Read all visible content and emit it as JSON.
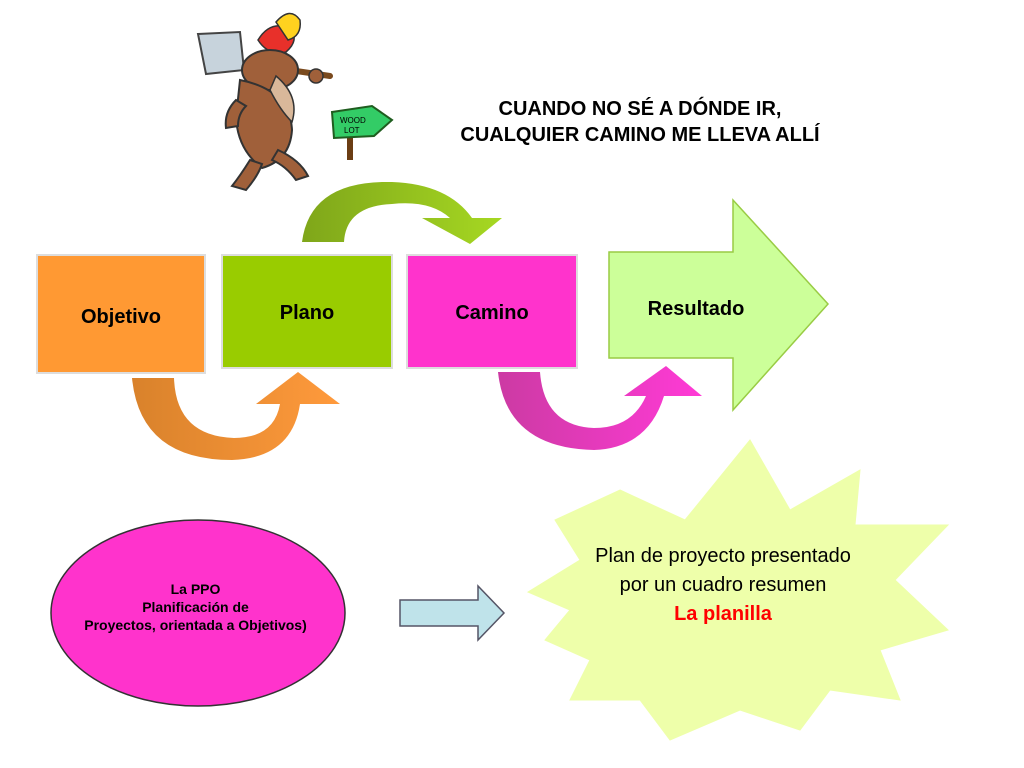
{
  "quote": {
    "line1": "CUANDO NO SÉ A DÓNDE IR,",
    "line2": "CUALQUIER CAMINO ME LLEVA ALLÍ"
  },
  "steps": {
    "objetivo": "Objetivo",
    "plano": "Plano",
    "camino": "Camino",
    "resultado": "Resultado"
  },
  "mascot_sign": {
    "line1": "WOOD",
    "line2": "LOT"
  },
  "ppo": {
    "line1": "La PPO",
    "line2": "Planificación de",
    "line3": "Proyectos, orientada a Objetivos)"
  },
  "plan": {
    "line1": "Plan de proyecto presentado",
    "line2": "por un cuadro resumen",
    "highlight": "La planilla"
  },
  "colors": {
    "objetivo": "#ff9933",
    "plano": "#99cc00",
    "camino": "#ff33cc",
    "resultado": "#ccff99",
    "star": "#eeffaa",
    "small_arrow": "#bfe3ea",
    "highlight": "#ff0000"
  }
}
